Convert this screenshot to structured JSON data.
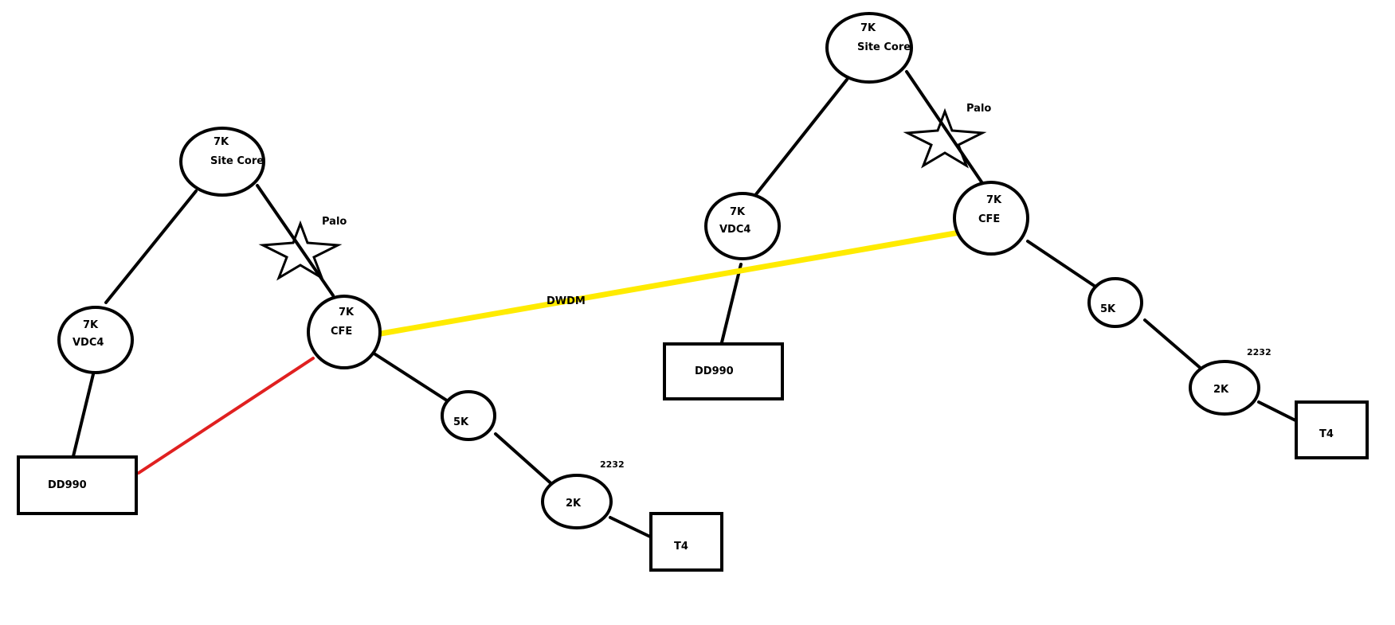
{
  "colors": {
    "dwdm_link": "#ffeb00",
    "red_link": "#e02020",
    "stroke": "#000000"
  },
  "left_site": {
    "site_core": {
      "line1": "7K",
      "line2": "Site Core"
    },
    "vdc4": {
      "line1": "7K",
      "line2": "VDC4"
    },
    "cfe": {
      "line1": "7K",
      "line2": "CFE"
    },
    "n5k": "5K",
    "n2k": "2K",
    "n2k_model": "2232",
    "dd990": "DD990",
    "t4": "T4",
    "palo": "Palo"
  },
  "right_site": {
    "site_core": {
      "line1": "7K",
      "line2": "Site Core"
    },
    "vdc4": {
      "line1": "7K",
      "line2": "VDC4"
    },
    "cfe": {
      "line1": "7K",
      "line2": "CFE"
    },
    "n5k": "5K",
    "n2k": "2K",
    "n2k_model": "2232",
    "dd990": "DD990",
    "t4": "T4",
    "palo": "Palo"
  },
  "dwdm_label": "DWDM"
}
